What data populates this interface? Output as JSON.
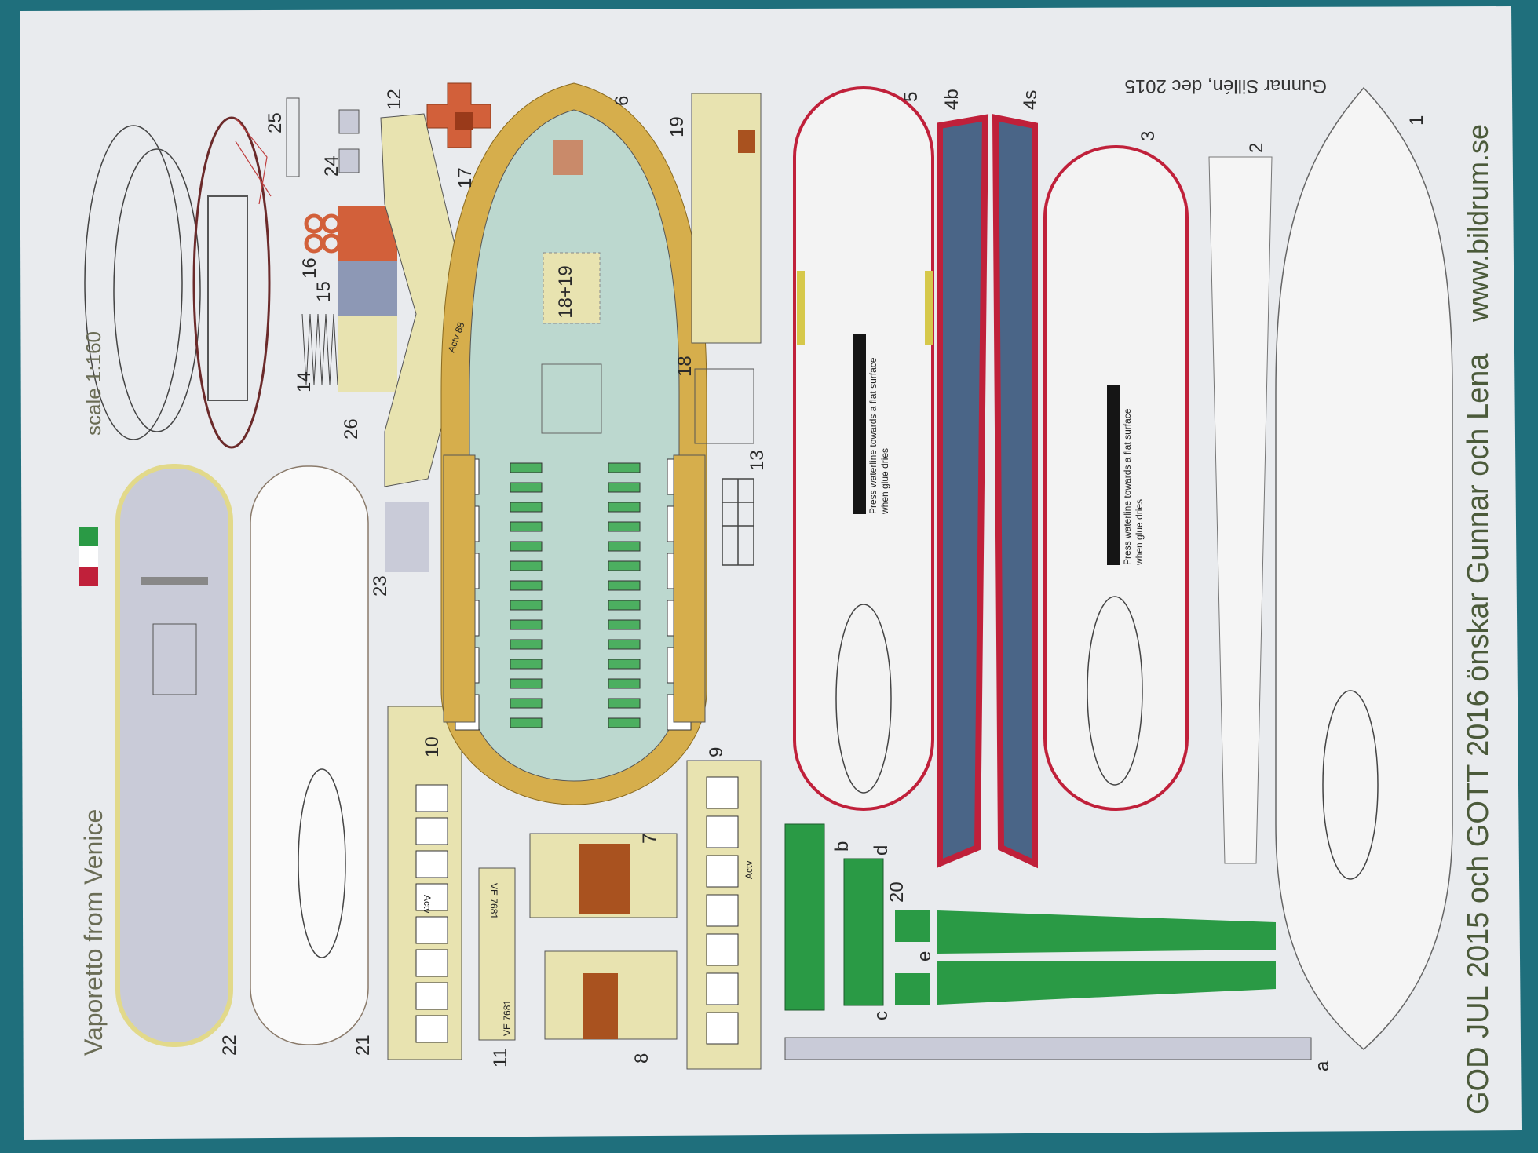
{
  "title": "Vaporetto from Venice",
  "scale": "scale 1:160",
  "greeting": "GOD JUL 2015 och GOTT 2016 önskar Gunnar och Lena",
  "website": "www.bildrum.se",
  "author": "Gunnar Sillén, dec 2015",
  "instruction_line1": "Press waterline towards a flat surface",
  "instruction_line2": "when glue dries",
  "deck_label": "18+19",
  "operator_label": "Actv",
  "operator_label_long": "Actv 88",
  "boat_id": "VE 7681",
  "part_numbers": {
    "p1": "1",
    "p2": "2",
    "p3": "3",
    "p4b": "4b",
    "p4s": "4s",
    "p5": "5",
    "p6": "6",
    "p7": "7",
    "p8": "8",
    "p9": "9",
    "p10": "10",
    "p11": "11",
    "p12": "12",
    "p13": "13",
    "p14": "14",
    "p15": "15",
    "p16": "16",
    "p17": "17",
    "p18": "18",
    "p19": "19",
    "p20": "20",
    "p21": "21",
    "p22": "22",
    "p23": "23",
    "p24": "24",
    "p25": "25",
    "p26": "26",
    "pa": "a",
    "pb": "b",
    "pc": "c",
    "pd": "d",
    "pe": "e"
  },
  "colors": {
    "background": "#1f6f7c",
    "paper": "#e9ebee",
    "deck_gray": "#c9cbd8",
    "cabin_yellow": "#e8e3b0",
    "deck_teal": "#bcd8cf",
    "rail_ochre": "#d6ae4c",
    "hull_red": "#c0203a",
    "hull_blue": "#4a6587",
    "seat_green": "#2a9a45",
    "door_brown": "#a9521f",
    "swatch_orange": "#d2603a",
    "swatch_blue": "#8d98b5"
  }
}
